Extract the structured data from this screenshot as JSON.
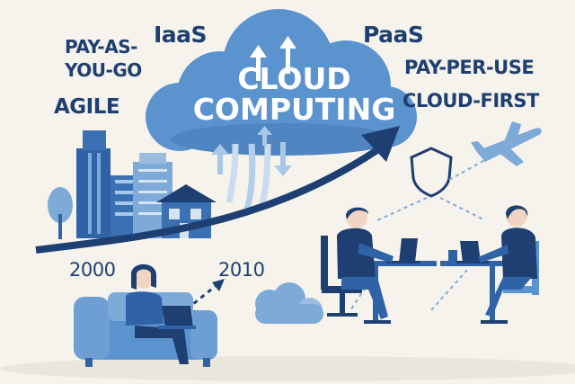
{
  "labels": {
    "iaas": "IaaS",
    "paas": "PaaS",
    "pay_as_you_go_line1": "PAY-AS-",
    "pay_as_you_go_line2": "YOU-GO",
    "agile": "AGILE",
    "pay_per_use": "PAY-PER-USE",
    "cloud_first": "CLOUD-FIRST",
    "year_2000": "2000",
    "year_2010": "2010"
  },
  "cloud": {
    "title_line1": "CLOUD",
    "title_line2": "COMPUTING"
  },
  "colors": {
    "background": "#f6f3ec",
    "navy": "#1d3f72",
    "blue": "#2f63a6",
    "light_blue": "#7eaad8",
    "cloud_blue": "#5b93cf"
  }
}
